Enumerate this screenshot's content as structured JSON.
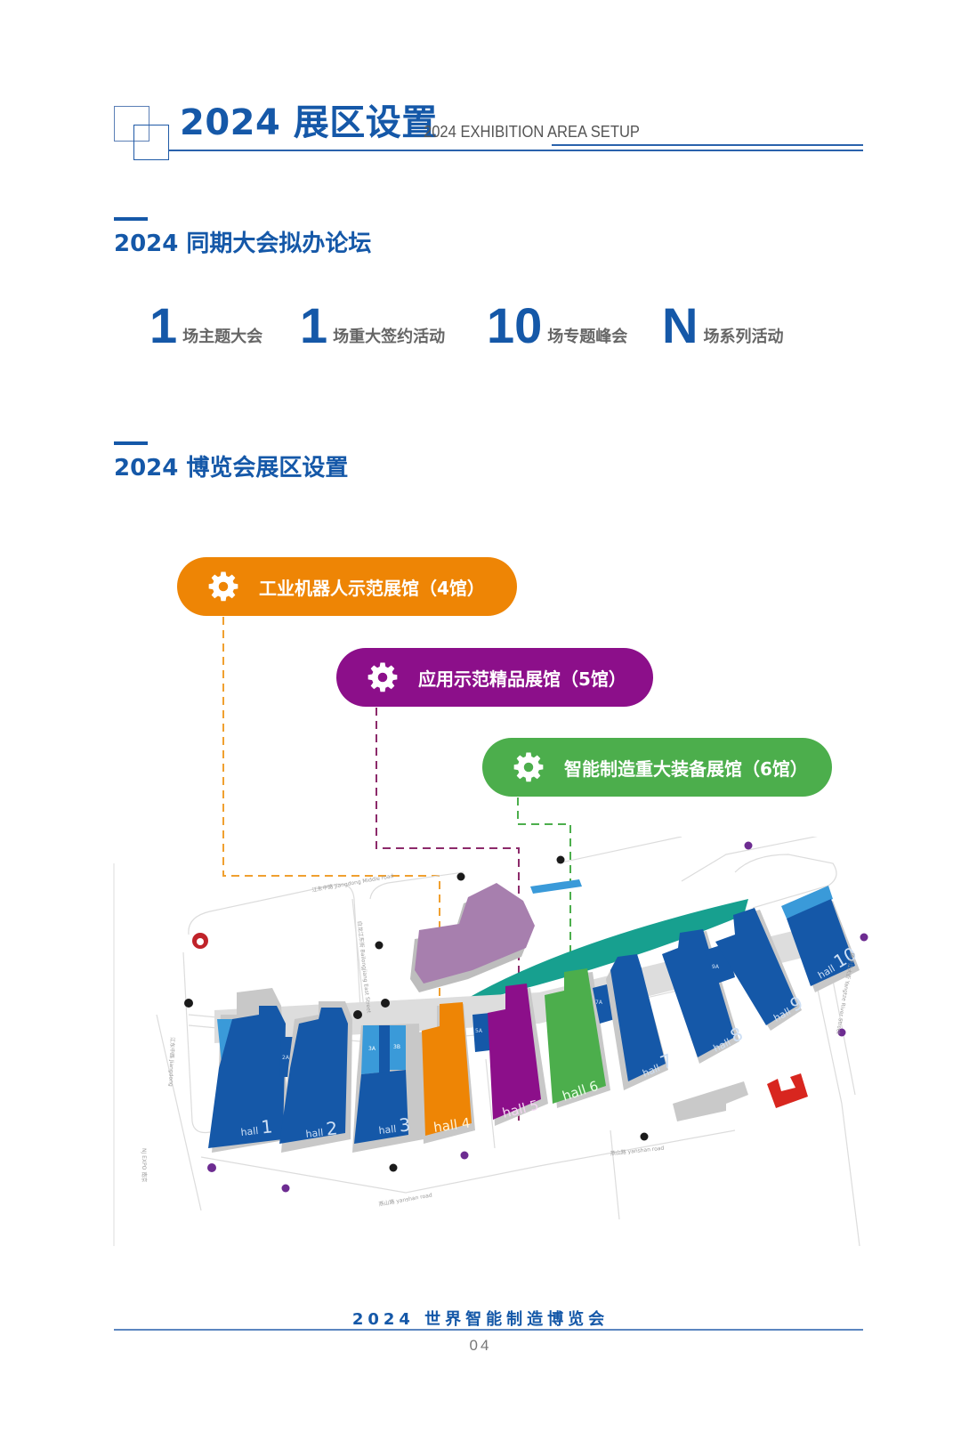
{
  "header": {
    "title": "2024 展区设置",
    "subtitle": "2024 EXHIBITION AREA SETUP"
  },
  "section_forums": {
    "title": "2024 同期大会拟办论坛",
    "stats": [
      {
        "number": "1",
        "label": "场主题大会"
      },
      {
        "number": "1",
        "label": "场重大签约活动"
      },
      {
        "number": "10",
        "label": "场专题峰会"
      },
      {
        "number": "N",
        "label": "场系列活动"
      }
    ]
  },
  "section_expo": {
    "title": "2024 博览会展区设置",
    "pavilions": [
      {
        "label": "工业机器人示范展馆（4馆）",
        "icon": "gear-icon",
        "color": "#ee8505",
        "hall": "hall 4"
      },
      {
        "label": "应用示范精品展馆（5馆）",
        "icon": "gear-icon",
        "color": "#8c0f8a",
        "hall": "hall 5"
      },
      {
        "label": "智能制造重大装备展馆（6馆）",
        "icon": "gear-icon",
        "color": "#4cae4c",
        "hall": "hall 6"
      }
    ]
  },
  "map": {
    "halls": [
      {
        "word": "hall",
        "num": "1"
      },
      {
        "word": "hall",
        "num": "2"
      },
      {
        "word": "hall",
        "num": "3"
      },
      {
        "word": "hall",
        "num": "4"
      },
      {
        "word": "hall",
        "num": "5"
      },
      {
        "word": "hall",
        "num": "6"
      },
      {
        "word": "hall",
        "num": "7"
      },
      {
        "word": "hall",
        "num": "8"
      },
      {
        "word": "hall",
        "num": "9"
      },
      {
        "word": "hall",
        "num": "10"
      }
    ],
    "sub_halls": [
      "2A",
      "3A",
      "3B",
      "5A",
      "7A",
      "9A"
    ],
    "roads": {
      "north": "江东中路 Jiangdong Middle road",
      "west_street": "白龙江东街 Bailongjiang East Street",
      "south": "燕山路 yanshan road",
      "south_east": "燕山路 yanshan road",
      "east": "扬子江大街 Yangtze River Street",
      "far_west": "江东中路 Jiangdong"
    },
    "compass_label": "NJ EXPO 南京",
    "colors": {
      "hall_blue": "#1558a8",
      "hall_light_blue": "#3a9ad9",
      "orange": "#ee8505",
      "purple": "#8c0f8a",
      "green": "#4cae4c",
      "teal": "#17a08f",
      "lilac": "#a77fae",
      "gray": "#d4d4d4",
      "red_logo": "#d8261f"
    }
  },
  "footer": {
    "title": "2024 世界智能制造博览会",
    "page": "04"
  }
}
